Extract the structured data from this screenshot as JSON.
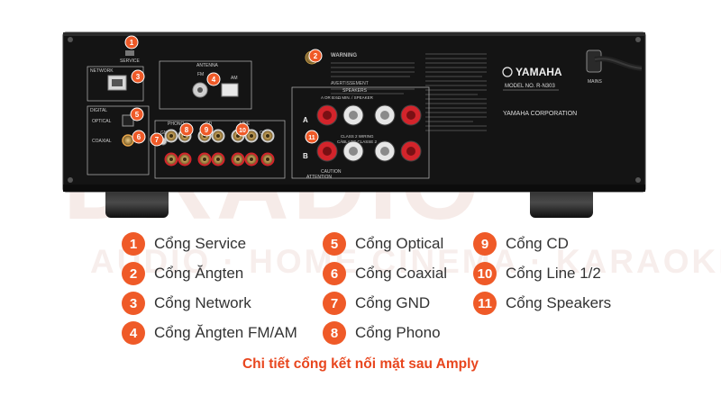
{
  "watermark": {
    "main": "DRADIO",
    "sub": "AUDIO · HOME CINEMA · KARAOKE"
  },
  "panel": {
    "brand": "YAMAHA",
    "model": "MODEL NO. R-N303",
    "company": "YAMAHA CORPORATION",
    "label_service": "SERVICE",
    "label_network": "NETWORK",
    "label_digital": "DIGITAL",
    "label_optical": "OPTICAL",
    "label_coaxial": "COAXIAL",
    "label_antenna": "ANTENNA",
    "label_fm": "FM",
    "label_am": "AM",
    "label_gnd": "GND",
    "label_phono": "PHONO",
    "label_cd": "CD",
    "label_line": "LINE",
    "label_out": "OUT",
    "label_speakers": "SPEAKERS",
    "label_speaker_ab": "A OR B:6Ω MIN. / SPEAKER",
    "label_a": "A",
    "label_b": "B",
    "label_mains": "MAINS",
    "label_caution": "CAUTION",
    "label_attention": "ATTENTION",
    "label_warning": "WARNING",
    "label_avertissement": "AVERTISSEMENT",
    "label_class2": "CLASS 2 WIRING",
    "label_cablage": "CÂBLAGE CLASSE 2"
  },
  "markers": [
    "1",
    "2",
    "3",
    "4",
    "5",
    "6",
    "7",
    "8",
    "9",
    "10",
    "11"
  ],
  "legend": [
    {
      "num": "1",
      "label": "Cổng Service"
    },
    {
      "num": "2",
      "label": "Cổng Ăngten"
    },
    {
      "num": "3",
      "label": "Cổng Network"
    },
    {
      "num": "4",
      "label": "Cổng Ăngten FM/AM"
    },
    {
      "num": "5",
      "label": "Cổng Optical"
    },
    {
      "num": "6",
      "label": "Cổng Coaxial"
    },
    {
      "num": "7",
      "label": "Cổng GND"
    },
    {
      "num": "8",
      "label": "Cổng Phono"
    },
    {
      "num": "9",
      "label": "Cổng CD"
    },
    {
      "num": "10",
      "label": "Cổng Line 1/2"
    },
    {
      "num": "11",
      "label": "Cổng Speakers"
    }
  ],
  "caption": "Chi tiết cổng kết nối mặt sau Amply",
  "colors": {
    "accent": "#ef5a28",
    "caption": "#e8461e",
    "panel": "#141414",
    "terminal_red": "#d3242b"
  }
}
